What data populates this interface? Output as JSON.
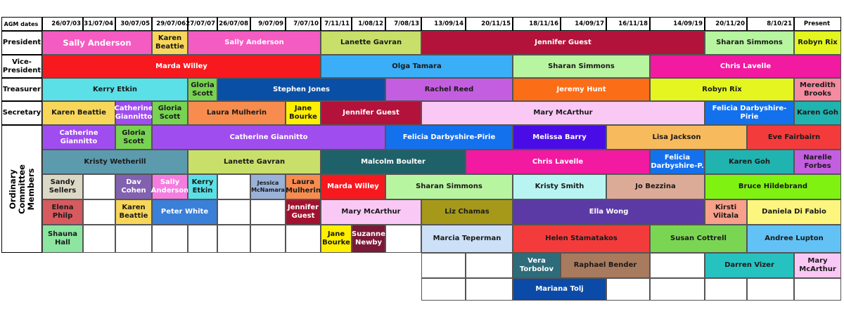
{
  "header": {
    "label": "AGM  dates",
    "dates": [
      "26/07/03",
      "31/07/04",
      "30/07/05",
      "29/07/06",
      "27/07/07",
      "26/07/08",
      "9/07/09",
      "7/07/10",
      "7/11/11",
      "1/08/12",
      "7/08/13",
      "13/09/14",
      "20/11/15",
      "18/11/16",
      "14/09/17",
      "16/11/18",
      "14/09/19",
      "20/11/20",
      "8/10/21",
      "Present"
    ]
  },
  "roles": {
    "president": "President",
    "vice": "Vice-\nPresident",
    "treasurer": "Treasurer",
    "secretary": "Secretary",
    "ordinary": "Ordinary Committee\nMembers"
  },
  "colors": {
    "pink": "#f45cc2",
    "yellow": "#f7d65a",
    "olive_green": "#c8e06a",
    "crimson": "#b3123a",
    "mint": "#b8f5a0",
    "lime": "#e4f520",
    "red": "#f7191e",
    "sky": "#3aaef7",
    "magenta": "#f21aa1",
    "cyan": "#5ae0e6",
    "green": "#78d352",
    "navy_blue": "#0a4fa6",
    "orchid": "#c45ee0",
    "orange": "#fc6d18",
    "salmon": "#f58ba0",
    "tan_orange": "#f88c4e",
    "bright_yellow": "#fff000",
    "lavender": "#fac8f5",
    "teal": "#21b3b0",
    "purple": "#a04df0",
    "blue": "#1471ee",
    "indigo": "#4a0ce6",
    "sand": "#f7bb5e",
    "tomato": "#f33b3b",
    "slate": "#5c9bae",
    "dark_teal": "#1f6168",
    "beige": "#dcd8c6",
    "violet_grey": "#8261b0",
    "light_pink": "#f57de0",
    "pale_cyan": "#b8f5f2",
    "rose_tan": "#dcab98",
    "lime_green": "#80f212",
    "dusty_red": "#d65a5e",
    "powder_blue": "#9ab2d8",
    "wine": "#a21230",
    "khaki": "#a6991a",
    "royal_purple": "#5c3aa6",
    "peach": "#f8a08a",
    "pale_yellow": "#fcf57e",
    "light_blue": "#3a7fd8",
    "sea_green": "#8ce6a0",
    "maroon": "#7a1a38",
    "ice_blue": "#cce0f7",
    "leaf": "#7ad652",
    "azure": "#62c2f5",
    "dark_cyan": "#2e6c7a",
    "brown": "#a87a5e",
    "cobalt": "#0c4aa8",
    "aqua": "#26c2c0",
    "blush": "#fac8f5"
  },
  "cells": [
    {
      "name": "president-sally-anderson-1",
      "text": "Sally Anderson",
      "color": "#f45cc2",
      "light": true,
      "big": true
    },
    {
      "name": "president-karen-beattie",
      "text": "Karen\nBeattie",
      "color": "#f7d65a"
    },
    {
      "name": "president-sally-anderson-2",
      "text": "Sally Anderson",
      "color": "#f45cc2",
      "light": true
    },
    {
      "name": "president-lanette-gavran",
      "text": "Lanette Gavran",
      "color": "#c8e06a"
    },
    {
      "name": "president-jennifer-guest",
      "text": "Jennifer Guest",
      "color": "#b3123a",
      "light": true
    },
    {
      "name": "president-sharan-simmons",
      "text": "Sharan Simmons",
      "color": "#b8f5a0"
    },
    {
      "name": "president-robyn-rix",
      "text": "Robyn Rix",
      "color": "#e4f520"
    },
    {
      "name": "vice-marda-willey",
      "text": "Marda Willey",
      "color": "#f7191e",
      "light": true
    },
    {
      "name": "vice-olga-tamara",
      "text": "Olga Tamara",
      "color": "#3aaef7"
    },
    {
      "name": "vice-sharan-simmons",
      "text": "Sharan Simmons",
      "color": "#b8f5a0"
    },
    {
      "name": "vice-chris-lavelle",
      "text": "Chris Lavelle",
      "color": "#f21aa1",
      "light": true
    },
    {
      "name": "treasurer-kerry-etkin",
      "text": "Kerry Etkin",
      "color": "#5ae0e6"
    },
    {
      "name": "treasurer-gloria-scott",
      "text": "Gloria\nScott",
      "color": "#78d352"
    },
    {
      "name": "treasurer-stephen-jones",
      "text": "Stephen Jones",
      "color": "#0a4fa6",
      "light": true
    },
    {
      "name": "treasurer-rachel-reed",
      "text": "Rachel Reed",
      "color": "#c45ee0"
    },
    {
      "name": "treasurer-jeremy-hunt",
      "text": "Jeremy Hunt",
      "color": "#fc6d18",
      "light": true
    },
    {
      "name": "treasurer-robyn-rix",
      "text": "Robyn Rix",
      "color": "#e4f520"
    },
    {
      "name": "treasurer-meredith-brooks",
      "text": "Meredith\nBrooks",
      "color": "#f58ba0"
    },
    {
      "name": "secretary-karen-beattie",
      "text": "Karen Beattie",
      "color": "#f7d65a"
    },
    {
      "name": "secretary-catherine-giannitto",
      "text": "Catherine\nGiannitto",
      "color": "#a04df0",
      "light": true
    },
    {
      "name": "secretary-gloria-scott",
      "text": "Gloria\nScott",
      "color": "#78d352"
    },
    {
      "name": "secretary-laura-mulherin",
      "text": "Laura Mulherin",
      "color": "#f88c4e"
    },
    {
      "name": "secretary-jane-bourke",
      "text": "Jane\nBourke",
      "color": "#fff000"
    },
    {
      "name": "secretary-jennifer-guest",
      "text": "Jennifer Guest",
      "color": "#b3123a",
      "light": true
    },
    {
      "name": "secretary-mary-mcarthur",
      "text": "Mary McArthur",
      "color": "#fac8f5"
    },
    {
      "name": "secretary-felicia-darbyshire-pirie",
      "text": "Felicia Darbyshire-Pirie",
      "color": "#1471ee",
      "light": true
    },
    {
      "name": "secretary-karen-goh",
      "text": "Karen Goh",
      "color": "#21b3b0"
    },
    {
      "name": "ocm-catherine-giannitto-1",
      "text": "Catherine Giannitto",
      "color": "#a04df0",
      "light": true
    },
    {
      "name": "ocm-gloria-scott",
      "text": "Gloria\nScott",
      "color": "#78d352"
    },
    {
      "name": "ocm-catherine-giannitto-2",
      "text": "Catherine Giannitto",
      "color": "#a04df0",
      "light": true
    },
    {
      "name": "ocm-felicia-darbyshire-pirie",
      "text": "Felicia Darbyshire-Pirie",
      "color": "#1471ee",
      "light": true
    },
    {
      "name": "ocm-melissa-barry",
      "text": "Melissa Barry",
      "color": "#4a0ce6",
      "light": true
    },
    {
      "name": "ocm-lisa-jackson",
      "text": "Lisa Jackson",
      "color": "#f7bb5e"
    },
    {
      "name": "ocm-eve-fairbairn",
      "text": "Eve Fairbairn",
      "color": "#f33b3b"
    },
    {
      "name": "ocm-kristy-wetherill",
      "text": "Kristy Wetherill",
      "color": "#5c9bae"
    },
    {
      "name": "ocm-lanette-gavran",
      "text": "Lanette Gavran",
      "color": "#c8e06a"
    },
    {
      "name": "ocm-malcolm-boulter",
      "text": "Malcolm Boulter",
      "color": "#1f6168",
      "light": true
    },
    {
      "name": "ocm-chris-lavelle",
      "text": "Chris Lavelle",
      "color": "#f21aa1",
      "light": true
    },
    {
      "name": "ocm-felicia-darbyshire-p",
      "text": "Felicia\nDarbyshire-P.",
      "color": "#1471ee",
      "light": true
    },
    {
      "name": "ocm-karen-goh",
      "text": "Karen Goh",
      "color": "#21b3b0"
    },
    {
      "name": "ocm-narelle-forbes",
      "text": "Narelle\nForbes",
      "color": "#c45ee0"
    },
    {
      "name": "ocm-sandy-sellers",
      "text": "Sandy\nSellers",
      "color": "#dcd8c6"
    },
    {
      "name": "ocm-dav-cohen",
      "text": "Dav\nCohen",
      "color": "#8261b0",
      "light": true
    },
    {
      "name": "ocm-sally-anderson",
      "text": "Sally\nAnderson",
      "color": "#f57de0",
      "light": true
    },
    {
      "name": "ocm-kerry-etkin",
      "text": "Kerry\nEtkin",
      "color": "#5ae0e6"
    },
    {
      "name": "ocm-jessica-mcnamara",
      "text": "Jessica\nMcNamara",
      "color": "#9ab2d8",
      "tiny": true
    },
    {
      "name": "ocm-laura-mulherin",
      "text": "Laura\nMulherin",
      "color": "#f88c4e"
    },
    {
      "name": "ocm-marda-willey",
      "text": "Marda Willey",
      "color": "#f7191e",
      "light": true
    },
    {
      "name": "ocm-sharan-simmons",
      "text": "Sharan Simmons",
      "color": "#b8f5a0"
    },
    {
      "name": "ocm-kristy-smith",
      "text": "Kristy Smith",
      "color": "#b8f5f2"
    },
    {
      "name": "ocm-jo-bezzina",
      "text": "Jo Bezzina",
      "color": "#dcab98"
    },
    {
      "name": "ocm-bruce-hildebrand",
      "text": "Bruce Hildebrand",
      "color": "#80f212"
    },
    {
      "name": "ocm-elena-philp",
      "text": "Elena Philp",
      "color": "#d65a5e"
    },
    {
      "name": "ocm-karen-beattie",
      "text": "Karen\nBeattie",
      "color": "#f7d65a"
    },
    {
      "name": "ocm-peter-white",
      "text": "Peter White",
      "color": "#3a7fd8",
      "light": true
    },
    {
      "name": "ocm-jennifer-guest",
      "text": "Jennifer\nGuest",
      "color": "#a21230",
      "light": true
    },
    {
      "name": "ocm-mary-mcarthur",
      "text": "Mary McArthur",
      "color": "#fac8f5"
    },
    {
      "name": "ocm-liz-chamas",
      "text": "Liz Chamas",
      "color": "#a6991a"
    },
    {
      "name": "ocm-ella-wong",
      "text": "Ella Wong",
      "color": "#5c3aa6",
      "light": true
    },
    {
      "name": "ocm-kirsti-viitala",
      "text": "Kirsti\nViitala",
      "color": "#f8a08a"
    },
    {
      "name": "ocm-daniela-di-fabio",
      "text": "Daniela Di Fabio",
      "color": "#fcf57e"
    },
    {
      "name": "ocm-shauna-hall",
      "text": "Shauna\nHall",
      "color": "#8ce6a0"
    },
    {
      "name": "ocm-jane-bourke",
      "text": "Jane\nBourke",
      "color": "#fff000"
    },
    {
      "name": "ocm-suzanne-newby",
      "text": "Suzanne\nNewby",
      "color": "#7a1a38",
      "light": true
    },
    {
      "name": "ocm-marcia-teperman",
      "text": "Marcia Teperman",
      "color": "#cce0f7"
    },
    {
      "name": "ocm-helen-stamatakos",
      "text": "Helen Stamatakos",
      "color": "#f33b3b"
    },
    {
      "name": "ocm-susan-cottrell",
      "text": "Susan Cottrell",
      "color": "#7ad652"
    },
    {
      "name": "ocm-andree-lupton",
      "text": "Andree Lupton",
      "color": "#62c2f5"
    },
    {
      "name": "ocm-vera-torbolov",
      "text": "Vera\nTorbolov",
      "color": "#2e6c7a",
      "light": true
    },
    {
      "name": "ocm-raphael-bender",
      "text": "Raphael Bender",
      "color": "#a87a5e"
    },
    {
      "name": "ocm-darren-vizer",
      "text": "Darren Vizer",
      "color": "#26c2c0"
    },
    {
      "name": "ocm-mary-mcarthur-2",
      "text": "Mary\nMcArthur",
      "color": "#fac8f5"
    },
    {
      "name": "ocm-mariana-tolj",
      "text": "Mariana Tolj",
      "color": "#0c4aa8",
      "light": true
    }
  ]
}
